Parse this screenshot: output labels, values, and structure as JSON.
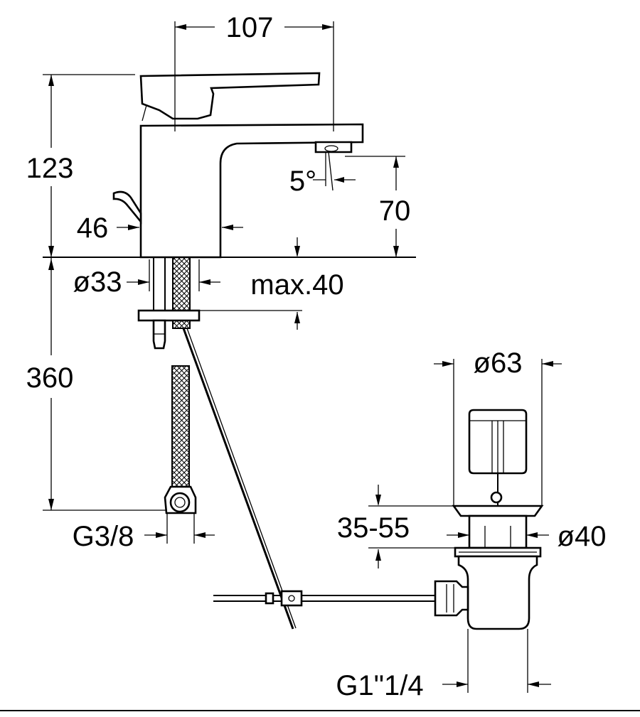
{
  "drawing": {
    "dimensions": {
      "spout_reach": "107",
      "height_total": "123",
      "spout_angle": "5°",
      "spout_height": "70",
      "lever_offset": "46",
      "base_diameter": "ø33",
      "max_deck_thickness": "max.40",
      "hose_length": "360",
      "hose_thread": "G3/8",
      "waste_cap_diameter": "ø63",
      "waste_range": "35-55",
      "waste_body_diameter": "ø40",
      "waste_thread": "G1\"1/4"
    },
    "colors": {
      "ink": "#000000",
      "background": "#ffffff"
    }
  }
}
